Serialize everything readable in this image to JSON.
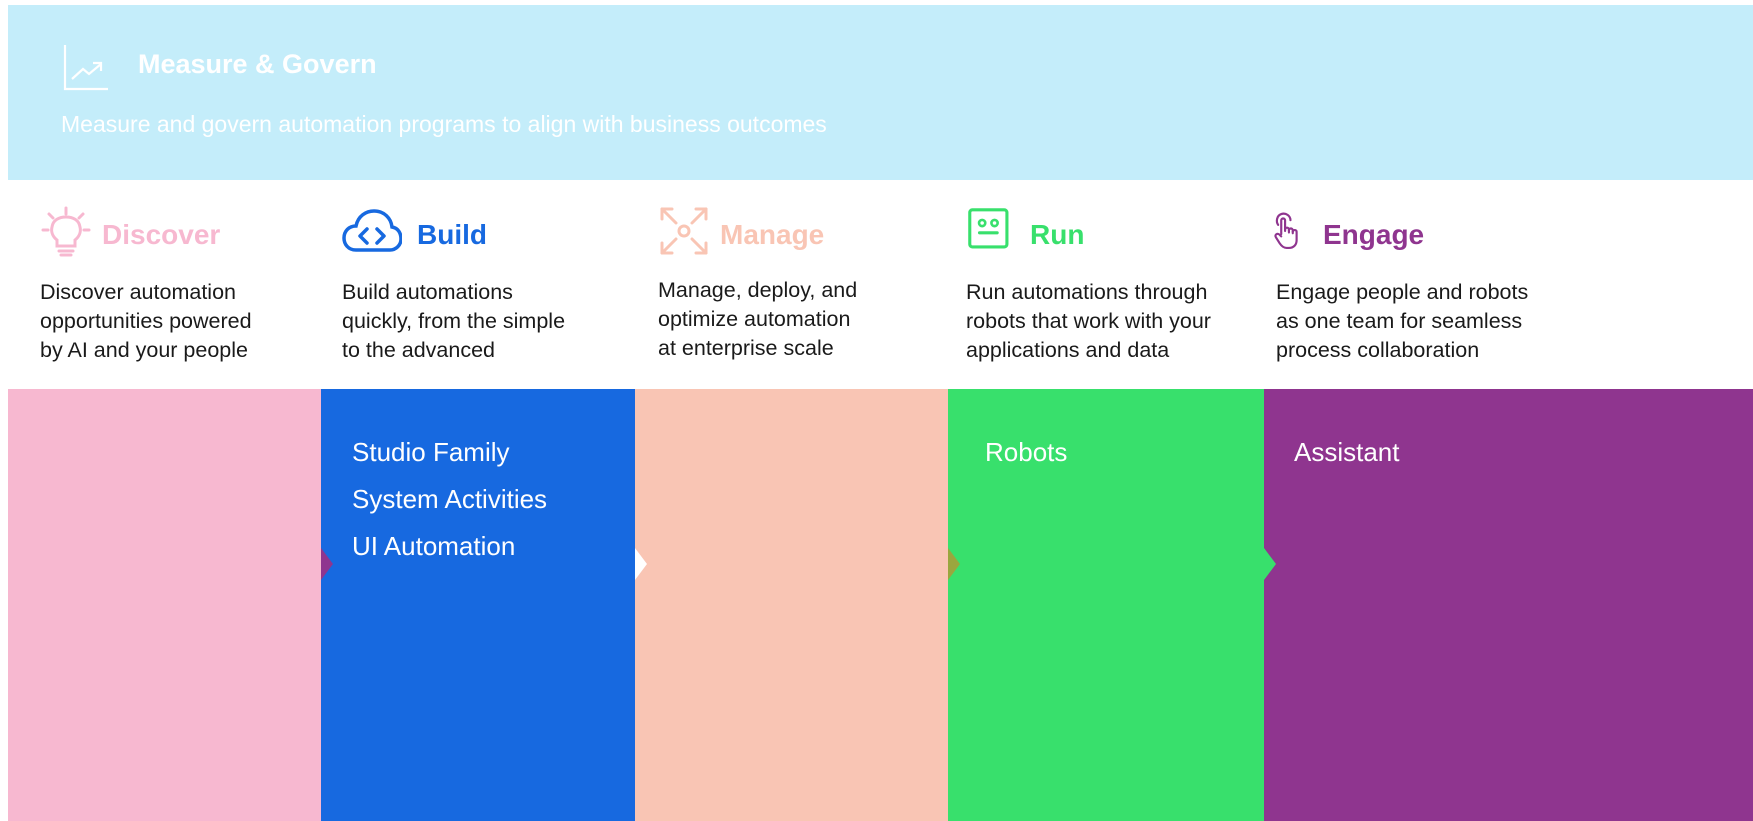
{
  "banner": {
    "icon": "chart-trend-icon",
    "title": "Measure & Govern",
    "subtitle": "Measure and govern automation programs to align with business outcomes",
    "color": "#c4edfa"
  },
  "pillars": [
    {
      "title": "Discover",
      "icon": "lightbulb-icon",
      "description_lines": [
        "Discover automation",
        "opportunities powered",
        "by AI and your people"
      ],
      "title_color": "#f7b8d0",
      "block_color": "#f7b8d0",
      "items": []
    },
    {
      "title": "Build",
      "icon": "cloud-code-icon",
      "description_lines": [
        "Build automations",
        "quickly, from the simple",
        "to the advanced"
      ],
      "title_color": "#1769e0",
      "block_color": "#1769e0",
      "items": [
        "Studio Family",
        "System Activities",
        "UI Automation"
      ]
    },
    {
      "title": "Manage",
      "icon": "expand-arrows-icon",
      "description_lines": [
        "Manage, deploy, and",
        "optimize automation",
        "at enterprise scale"
      ],
      "title_color": "#f9c5b4",
      "block_color": "#f9c5b4",
      "items": []
    },
    {
      "title": "Run",
      "icon": "robot-face-icon",
      "description_lines": [
        "Run automations through",
        "robots that work with your",
        "applications and data"
      ],
      "title_color": "#38e06c",
      "block_color": "#38e06c",
      "items": [
        "Robots"
      ]
    },
    {
      "title": "Engage",
      "icon": "hand-pointer-icon",
      "description_lines": [
        "Engage people and robots",
        "as one team for seamless",
        "process collaboration"
      ],
      "title_color": "#8f358f",
      "block_color": "#8f358f",
      "items": [
        "Assistant"
      ]
    }
  ]
}
